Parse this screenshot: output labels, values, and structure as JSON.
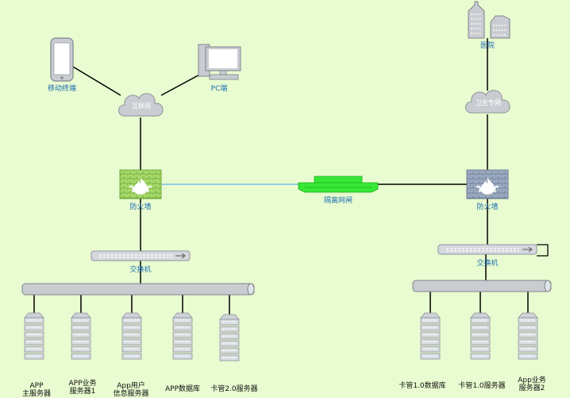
{
  "nodes": {
    "mobile": "移动终端",
    "pc": "PC端",
    "internet": "互联网",
    "firewall_left": "防火墙",
    "gateway": "隔离网闸",
    "switch_left": "交换机",
    "hospital": "医院",
    "health_net": "卫生专网",
    "firewall_right": "防火墙",
    "switch_right": "交换机"
  },
  "servers_left": [
    {
      "line1": "APP",
      "line2": "主服务器"
    },
    {
      "line1": "APP业务",
      "line2": "服务器1"
    },
    {
      "line1": "App用户",
      "line2": "信息服务器"
    },
    {
      "line1": "APP数据库",
      "line2": ""
    },
    {
      "line1": "卡管2.0服务器",
      "line2": ""
    }
  ],
  "servers_right": [
    {
      "line1": "卡管1.0数据库",
      "line2": ""
    },
    {
      "line1": "卡管1.0服务器",
      "line2": ""
    },
    {
      "line1": "App业务",
      "line2": "服务器2"
    }
  ],
  "colors": {
    "background": "#e9fbd0",
    "label_blue": "#1f6fb2",
    "cloud_fill": "#c9ccd1",
    "firewall_green": "#9ccf6a",
    "gateway_green": "#35e835",
    "link_blue": "#7bbde8"
  }
}
